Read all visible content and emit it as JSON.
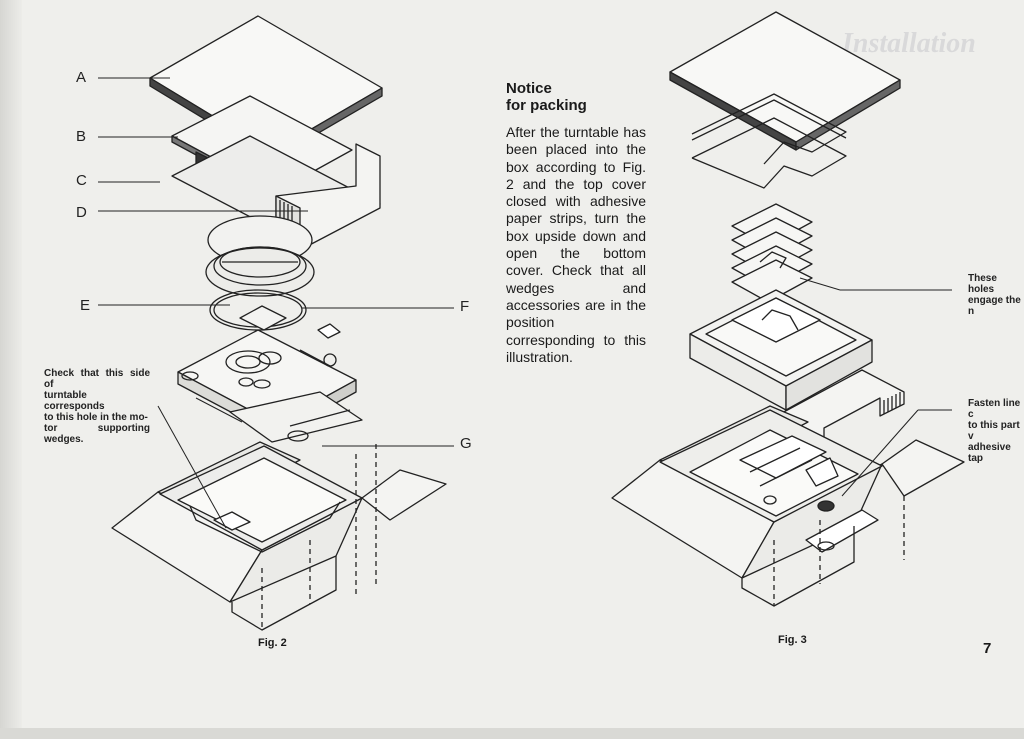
{
  "labels": {
    "a": "A",
    "b": "B",
    "c": "C",
    "d": "D",
    "e": "E",
    "f": "F",
    "g": "G"
  },
  "notes": {
    "hole_note": [
      "Check that this side of",
      "turntable corresponds",
      "to this hole in the mo-",
      "tor supporting wedges."
    ],
    "holes_note": [
      "These holes",
      "engage the n"
    ],
    "fasten_note": [
      "Fasten line c",
      "to this part v",
      "adhesive tap"
    ]
  },
  "notice": {
    "title": [
      "Notice",
      "for packing"
    ],
    "body": "After the turntable has been placed into the box according to Fig. 2 and the top cover closed with adhesive paper strips, turn the box upside down and open the bottom cover. Check that all wedges and accessories are in the position corresponding to this illustration."
  },
  "figures": {
    "fig2": "Fig. 2",
    "fig3": "Fig. 3"
  },
  "page_number": "7",
  "bleed_through": "Installation"
}
